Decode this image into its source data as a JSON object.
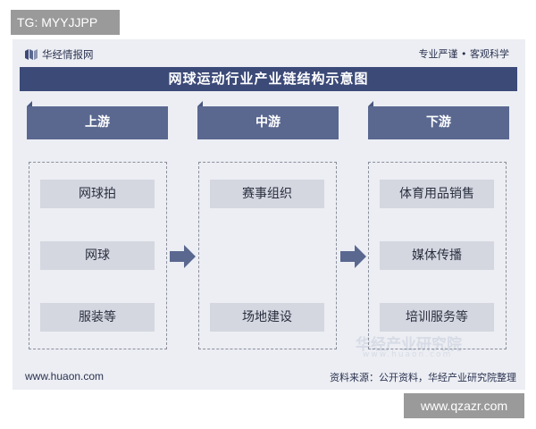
{
  "overlay_tags": {
    "top_left": "TG: MYYJJPP",
    "bottom_right": "www.qzazr.com"
  },
  "header": {
    "brand": "华经情报网",
    "slogan": "专业严谨 • 客观科学"
  },
  "title": "网球运动行业产业链结构示意图",
  "stages": [
    {
      "label": "上游",
      "items": [
        "网球拍",
        "网球",
        "服装等"
      ]
    },
    {
      "label": "中游",
      "items": [
        "赛事组织",
        "场地建设"
      ]
    },
    {
      "label": "下游",
      "items": [
        "体育用品销售",
        "媒体传播",
        "培训服务等"
      ]
    }
  ],
  "watermark": {
    "text": "华经产业研究院",
    "url": "www.huaon.com"
  },
  "footer": {
    "url": "www.huaon.com",
    "source": "资料来源：公开资料，华经产业研究院整理"
  },
  "colors": {
    "title_bar": "#3c4a78",
    "stage_header": "#5a6890",
    "item_box": "#d4d7e0",
    "arrow": "#5a6890",
    "frame": "#eceef3"
  }
}
